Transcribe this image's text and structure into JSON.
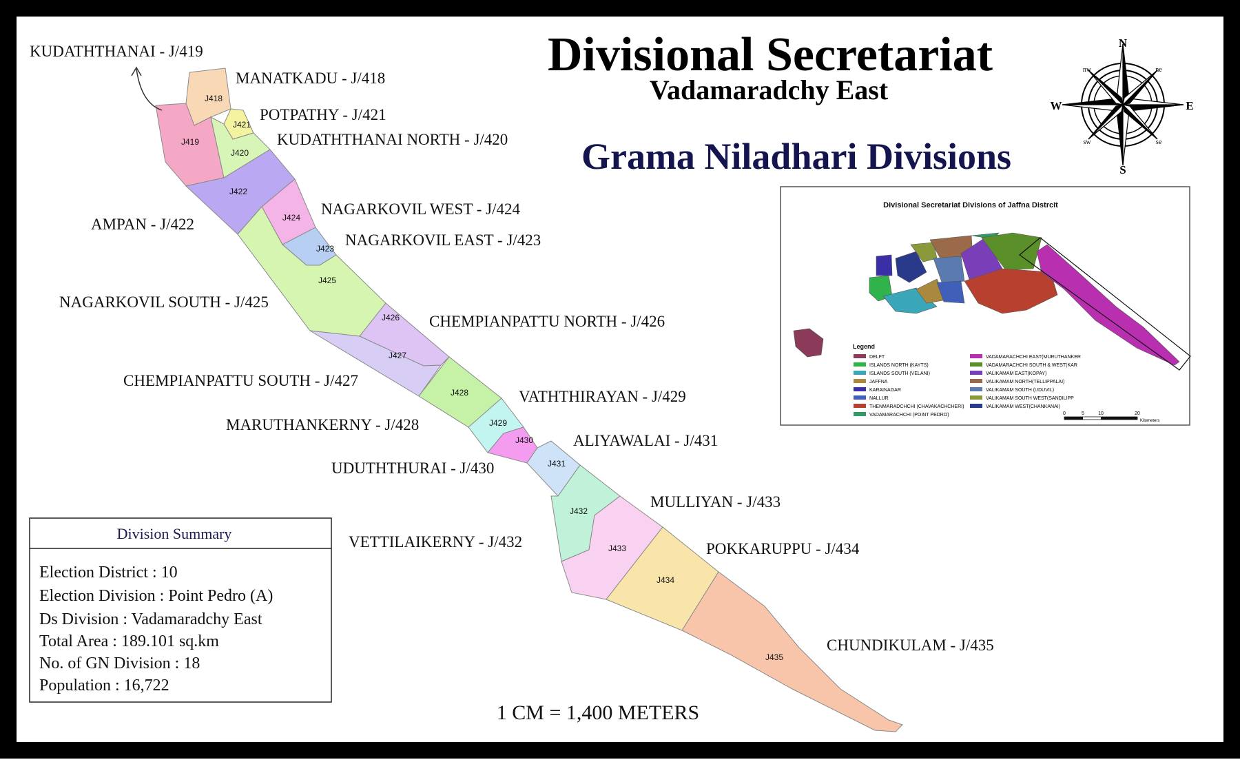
{
  "header": {
    "title": "Divisional Secretariat",
    "subtitle": "Vadamaradchy East",
    "heading": "Grama Niladhari Divisions"
  },
  "compass": {
    "north": "N",
    "south": "S",
    "east": "E",
    "west": "W",
    "nw": "nw",
    "ne": "ne",
    "sw": "sw",
    "se": "se"
  },
  "divisions": [
    {
      "code": "J418",
      "label": "MANATKADU - J/418",
      "color": "#f9d9b5"
    },
    {
      "code": "J419",
      "label": "KUDATHTHANAI - J/419",
      "color": "#f5a8c5"
    },
    {
      "code": "J420",
      "label": "KUDATHTHANAI NORTH - J/420",
      "color": "#d8f5b8"
    },
    {
      "code": "J421",
      "label": "POTPATHY - J/421",
      "color": "#f4f3a0"
    },
    {
      "code": "J422",
      "label": "AMPAN - J/422",
      "color": "#bba8f3"
    },
    {
      "code": "J423",
      "label": "NAGARKOVIL EAST - J/423",
      "color": "#b6cff3"
    },
    {
      "code": "J424",
      "label": "NAGARKOVIL WEST - J/424",
      "color": "#f4b4e7"
    },
    {
      "code": "J425",
      "label": "NAGARKOVIL SOUTH - J/425",
      "color": "#d6f5b0"
    },
    {
      "code": "J426",
      "label": "CHEMPIANPATTU NORTH - J/426",
      "color": "#dec4f5"
    },
    {
      "code": "J427",
      "label": "CHEMPIANPATTU SOUTH - J/427",
      "color": "#d7cdf5"
    },
    {
      "code": "J428",
      "label": "MARUTHANKERNY - J/428",
      "color": "#c6f2a8"
    },
    {
      "code": "J429",
      "label": "VATHTHIRAYAN - J/429",
      "color": "#c2f4f0"
    },
    {
      "code": "J430",
      "label": "UDUTHTHURAI - J/430",
      "color": "#f49cf0"
    },
    {
      "code": "J431",
      "label": "ALIYAWALAI - J/431",
      "color": "#cfe3f8"
    },
    {
      "code": "J432",
      "label": "VETTILAIKERNY - J/432",
      "color": "#bff2d8"
    },
    {
      "code": "J433",
      "label": "MULLIYAN - J/433",
      "color": "#f8d2f0"
    },
    {
      "code": "J434",
      "label": "POKKARUPPU - J/434",
      "color": "#f9e4aa"
    },
    {
      "code": "J435",
      "label": "CHUNDIKULAM - J/435",
      "color": "#f8c4aa"
    }
  ],
  "summary": {
    "title": "Division Summary",
    "lines": [
      "Election District : 10",
      "Election Division : Point Pedro (A)",
      "Ds Division : Vadamaradchy East",
      "Total Area : 189.101 sq.km",
      "No. of GN Division : 18",
      "Population : 16,722"
    ]
  },
  "scale_text": "1 CM = 1,400 METERS",
  "inset": {
    "title": "Divisional Secretariat Divisions of Jaffna Distrcit",
    "legend_title": "Legend",
    "legend_left": [
      {
        "label": "DELFT",
        "color": "#8b3a5a"
      },
      {
        "label": "ISLANDS NORTH (KAYTS)",
        "color": "#2fb34a"
      },
      {
        "label": "ISLANDS SOUTH (VELANI)",
        "color": "#3aa7b8"
      },
      {
        "label": "JAFFNA",
        "color": "#a8893e"
      },
      {
        "label": "KARAINAGAR",
        "color": "#3b2fa8"
      },
      {
        "label": "NALLUR",
        "color": "#3f5fb8"
      },
      {
        "label": "THENMARADCHCHI (CHAVAKACHCHERI)",
        "color": "#b8402f"
      },
      {
        "label": "VADAMARACHCHI (POINT PEDRO)",
        "color": "#2f9a6a"
      }
    ],
    "legend_right": [
      {
        "label": "VADAMARACHCHI EAST(MURUTHANKER",
        "color": "#b82fb0"
      },
      {
        "label": "VADAMARACHCHI SOUTH & WEST(KAR",
        "color": "#5a8f2a"
      },
      {
        "label": "VALIKAMAM EAST(KOPAY)",
        "color": "#7a3fb8"
      },
      {
        "label": "VALIKAMAM NORTH(TELLIPPALAI)",
        "color": "#9a6a4a"
      },
      {
        "label": "VALIKAMAM SOUTH (UDUVIL)",
        "color": "#5a7ab0"
      },
      {
        "label": "VALIKAMAM SOUTH WEST(SANDILIPP",
        "color": "#8a9a3a"
      },
      {
        "label": "VALIKAMAM WEST(CHANKANAI)",
        "color": "#2a3a8a"
      }
    ],
    "scale_ticks": [
      "0",
      "5",
      "10",
      "20"
    ],
    "scale_unit": "Kilometers"
  }
}
